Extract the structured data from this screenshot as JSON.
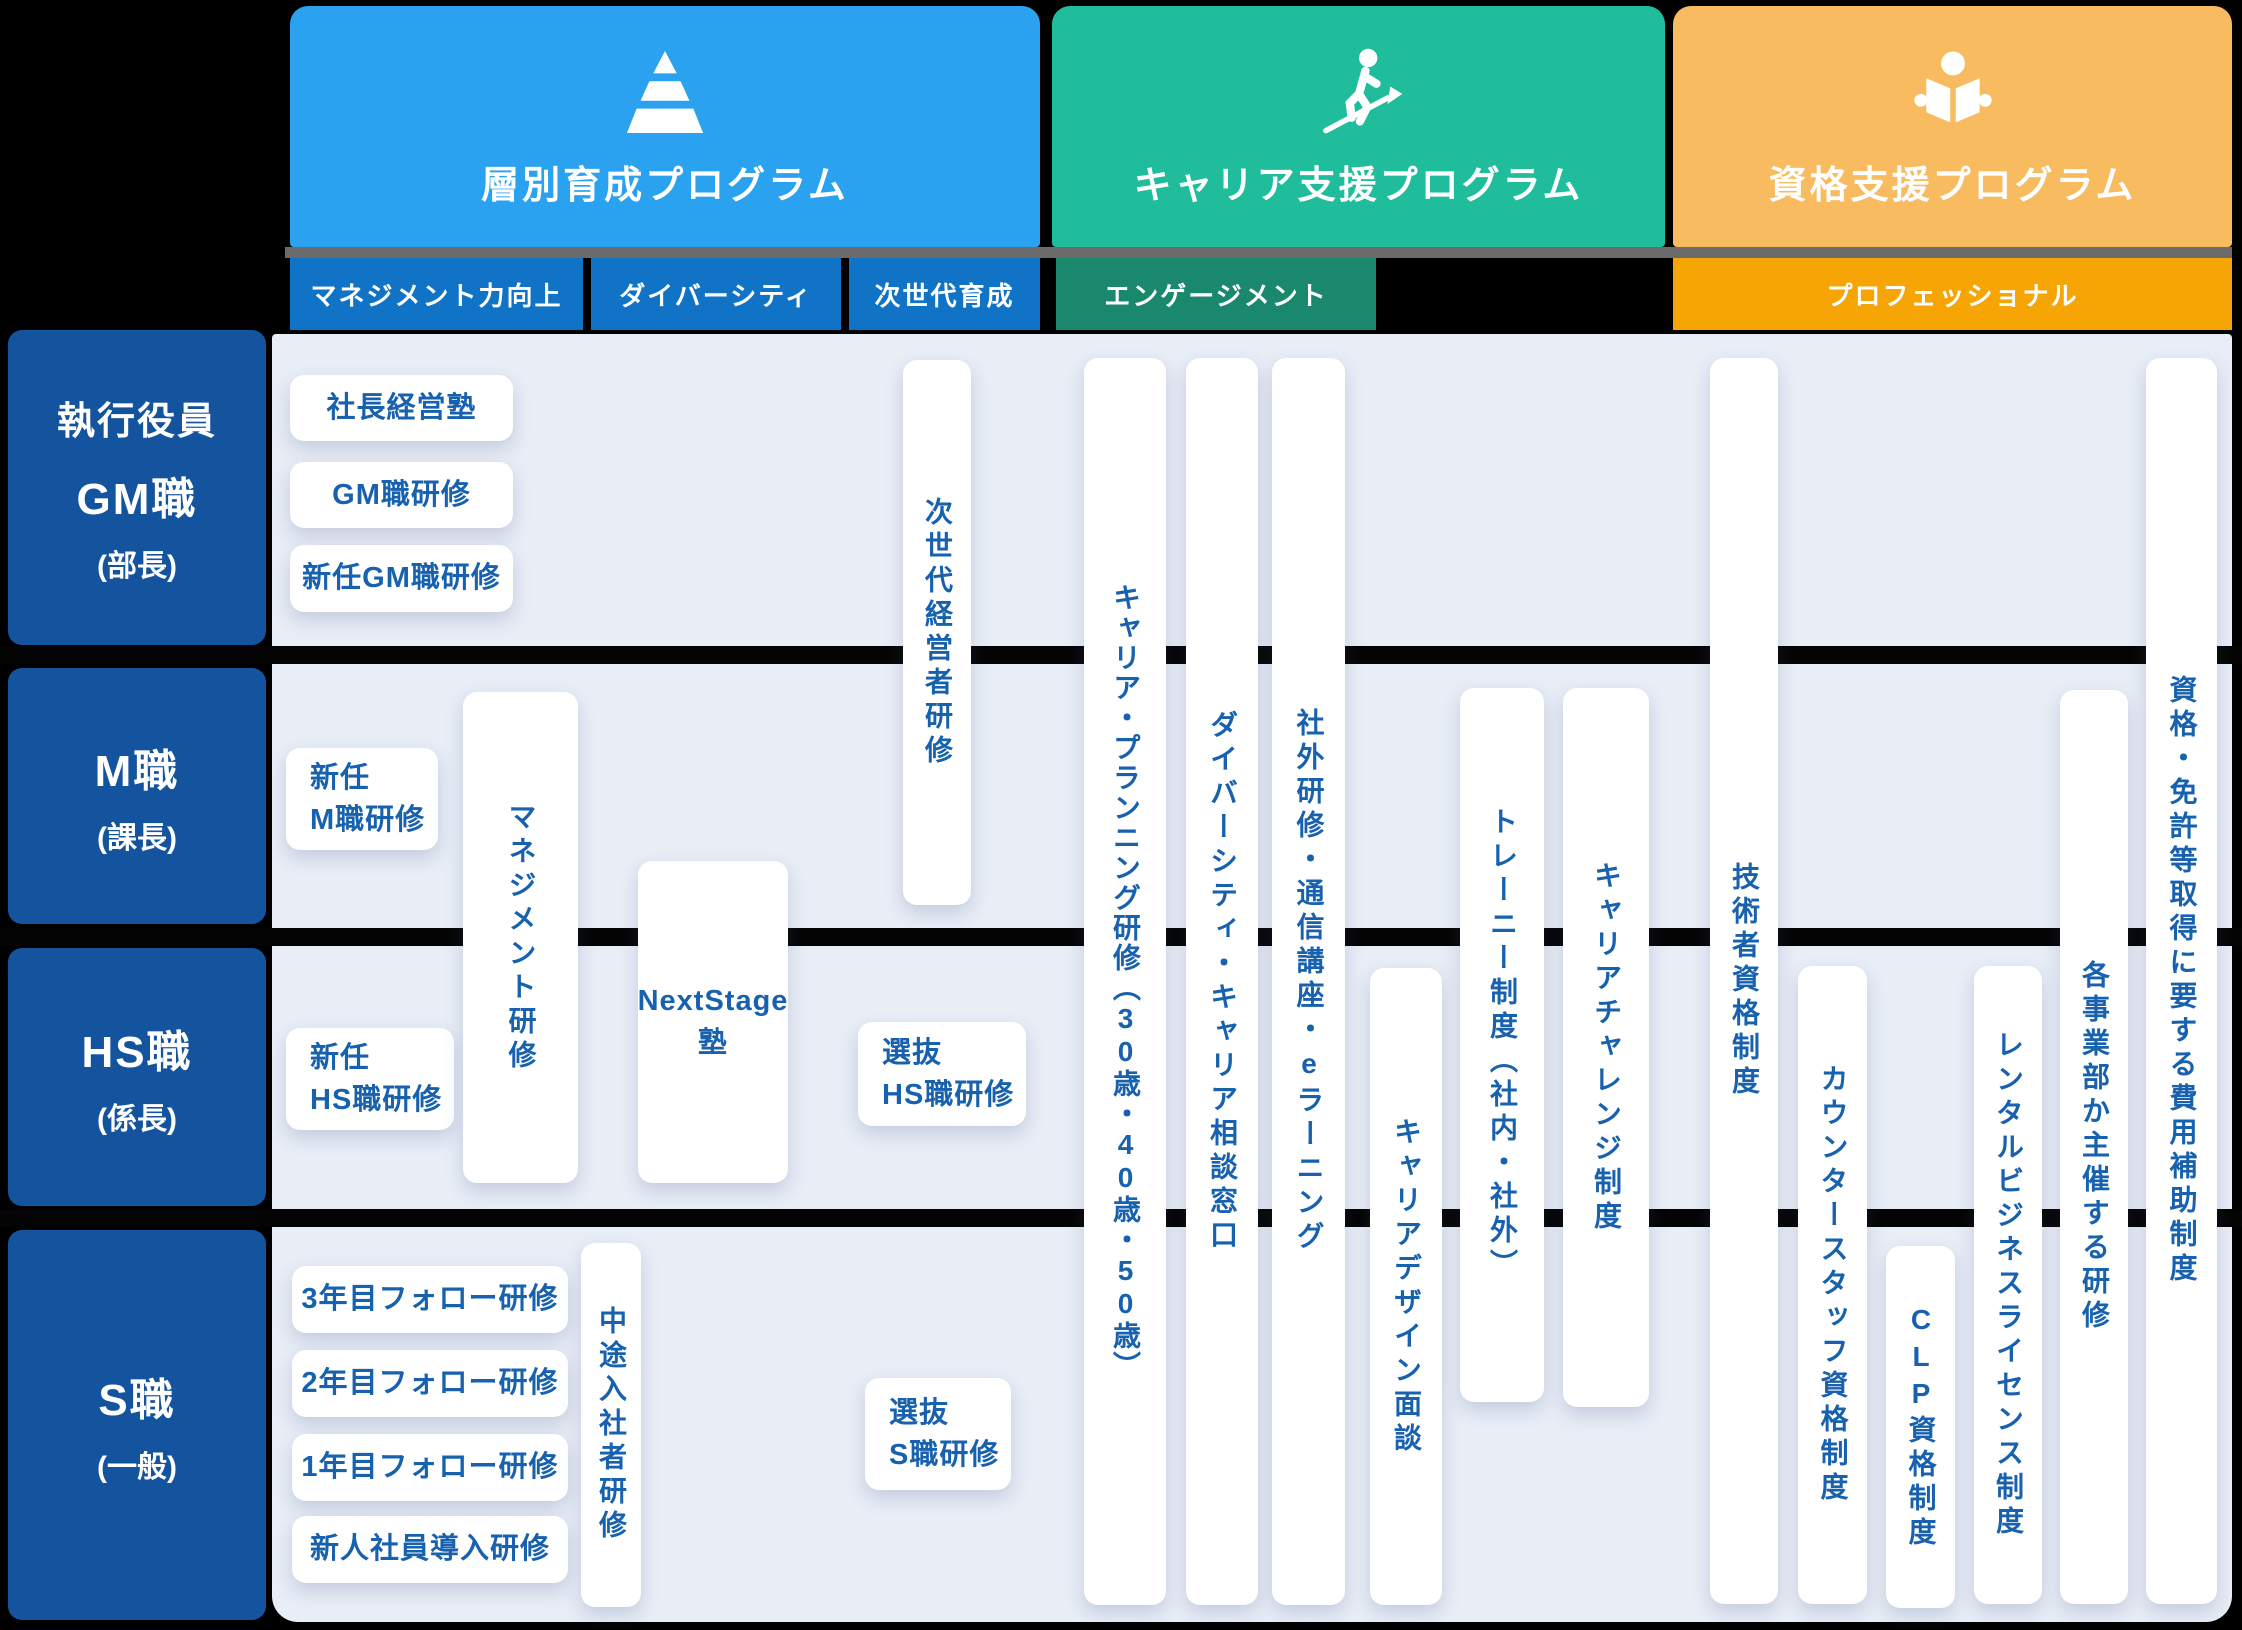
{
  "header": {
    "programs": [
      {
        "title": "層別育成プログラム",
        "icon": "pyramid-icon",
        "color": "#2AA2F0"
      },
      {
        "title": "キャリア支援プログラム",
        "icon": "career-steps-icon",
        "color": "#1FBD9B"
      },
      {
        "title": "資格支援プログラム",
        "icon": "reading-person-icon",
        "color": "#F8BB60"
      }
    ],
    "categories": [
      {
        "label": "マネジメント力向上",
        "color": "#1173C6"
      },
      {
        "label": "ダイバーシティ",
        "color": "#1173C6"
      },
      {
        "label": "次世代育成",
        "color": "#1173C6"
      },
      {
        "label": "エンゲージメント",
        "color": "#19886D"
      },
      {
        "label": "プロフェッショナル",
        "color": "#F6A504"
      }
    ]
  },
  "levels": [
    {
      "toprow": "執行役員",
      "name": "GM職",
      "sub": "(部長)"
    },
    {
      "name": "M職",
      "sub": "(課長)"
    },
    {
      "name": "HS職",
      "sub": "(係長)"
    },
    {
      "name": "S職",
      "sub": "(一般)"
    }
  ],
  "boxes": {
    "shacho_keiei_juku": "社長経営塾",
    "gm_kenshu": "GM職研修",
    "shinnin_gm_kenshu": "新任GM職研修",
    "shinnin_m_kenshu": "新任\nM職研修",
    "shinnin_hs_kenshu": "新任\nHS職研修",
    "senbatsu_hs_kenshu": "選抜\nHS職研修",
    "senbatsu_s_kenshu": "選抜\nS職研修",
    "follow3": "3年目フォロー研修",
    "follow2": "2年目フォロー研修",
    "follow1": "1年目フォロー研修",
    "shinjin_donyu": "新人社員導入研修",
    "nextstage_juku": "NextStage\n塾",
    "jisedai_keieisha": "次世代経営者研修",
    "management_kenshu": "マネジメント研修",
    "chuto_nyusha": "中途入社者研修",
    "career_planning": "キャリア・プランニング研修（30歳・40歳・50歳）",
    "diversity_soudan": "ダイバーシティ・キャリア相談窓口",
    "shagai_kenshu": "社外研修・通信講座・eラーニング",
    "career_design": "キャリアデザイン面談",
    "trainee_seido": "トレーニー制度（社内・社外）",
    "career_challenge": "キャリアチャレンジ制度",
    "gijutsusha_shikaku": "技術者資格制度",
    "counter_staff": "カウンタースタッフ資格制度",
    "clp_shikaku": "CLP資格制度",
    "rental_license": "レンタルビジネスライセンス制度",
    "jigyobu_kenshu": "各事業部か主催する研修",
    "hiyo_hojo": "資格・免許等取得に要する費用補助制度"
  },
  "colors": {
    "background": "#000000",
    "panel": "#E8EDF6",
    "sidebar": "#14549E",
    "box_text": "#1761AE",
    "divider": "#040404"
  }
}
